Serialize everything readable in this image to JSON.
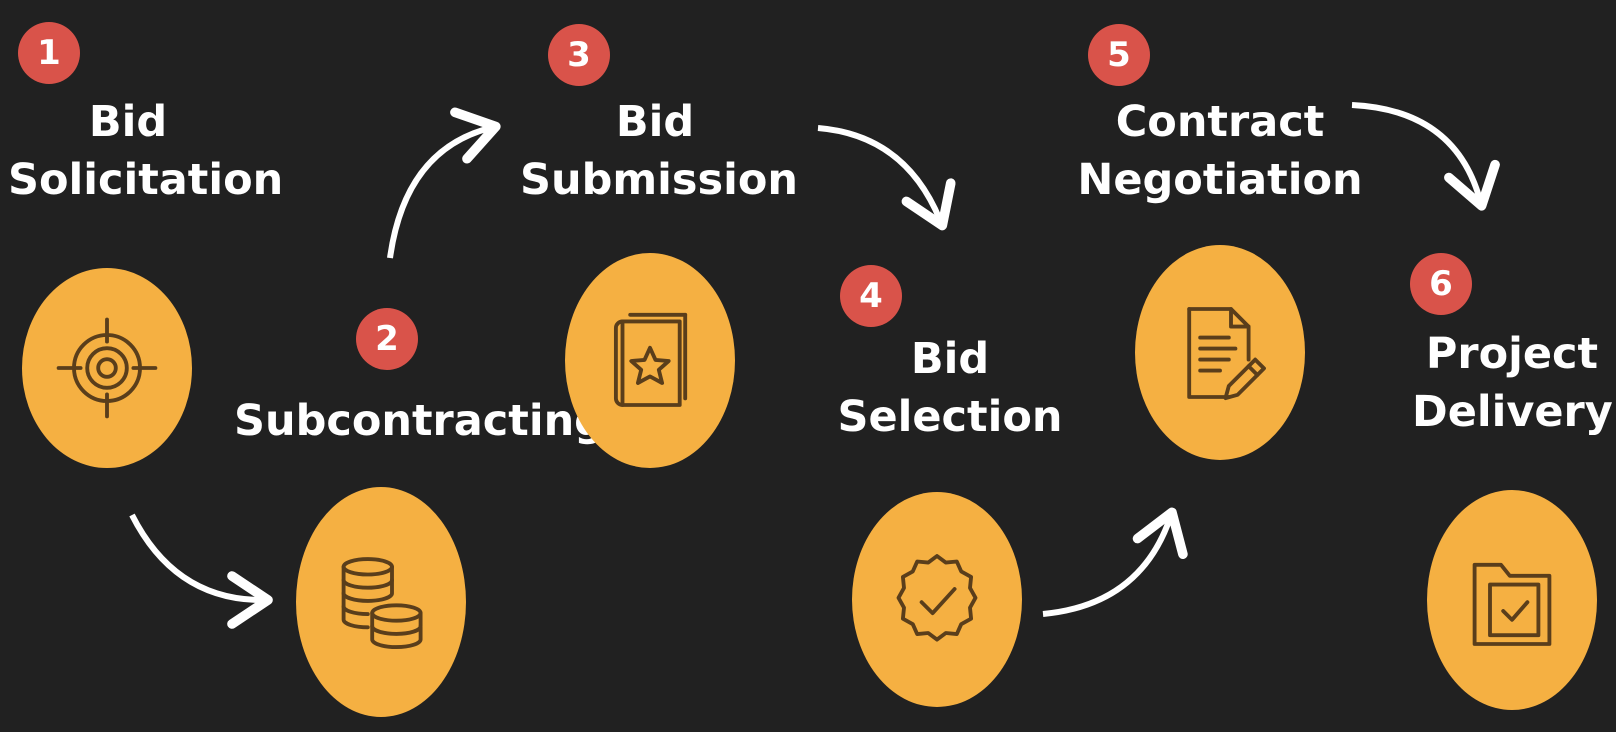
{
  "colors": {
    "background": "#212121",
    "badge": "#d9534a",
    "circle": "#f5b042",
    "icon_stroke": "#5a3e1b",
    "text": "#ffffff",
    "arrow": "#ffffff"
  },
  "steps": [
    {
      "number": "1",
      "line1": "Bid",
      "line2": "Solicitation",
      "icon": "target-icon"
    },
    {
      "number": "2",
      "line1": "",
      "line2": "Subcontracting",
      "icon": "coins-icon"
    },
    {
      "number": "3",
      "line1": "Bid",
      "line2": "Submission",
      "icon": "star-book-icon"
    },
    {
      "number": "4",
      "line1": "Bid",
      "line2": "Selection",
      "icon": "badge-check-icon"
    },
    {
      "number": "5",
      "line1": "Contract",
      "line2": "Negotiation",
      "icon": "document-pen-icon"
    },
    {
      "number": "6",
      "line1": "Project",
      "line2": "Delivery",
      "icon": "folder-check-icon"
    }
  ]
}
